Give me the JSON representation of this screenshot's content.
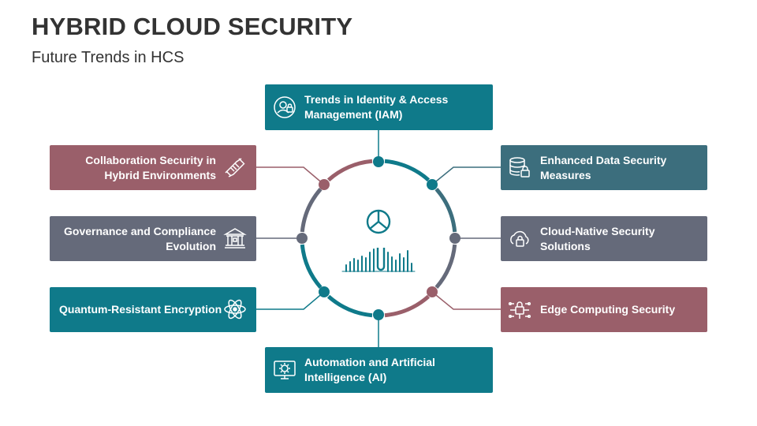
{
  "header": {
    "title": "HYBRID CLOUD SECURITY",
    "subtitle": "Future Trends in HCS"
  },
  "colors": {
    "teal": "#0f7a8a",
    "mauve": "#9a5f6a",
    "slate": "#656a7a",
    "steel": "#3c6e7d"
  },
  "items": {
    "top": {
      "line1": "Trends in Identity & Access",
      "line2": "Management (IAM)",
      "icon": "identity-icon"
    },
    "top_right": {
      "line1": "Enhanced Data Security",
      "line2": "Measures",
      "icon": "database-lock-icon"
    },
    "right": {
      "line1": "Cloud-Native Security",
      "line2": "Solutions",
      "icon": "cloud-lock-icon"
    },
    "bottom_right": {
      "line1": "Edge Computing Security",
      "line2": "",
      "icon": "circuit-lock-icon"
    },
    "bottom": {
      "line1": "Automation and Artificial",
      "line2": "Intelligence (AI)",
      "icon": "ai-gear-icon"
    },
    "bottom_left": {
      "line1": "Quantum-Resistant Encryption",
      "line2": "",
      "icon": "atom-icon"
    },
    "left": {
      "line1": "Governance and Compliance",
      "line2": "Evolution",
      "icon": "courthouse-icon"
    },
    "top_left": {
      "line1": "Collaboration Security in",
      "line2": "Hybrid Environments",
      "icon": "handshake-icon"
    }
  }
}
